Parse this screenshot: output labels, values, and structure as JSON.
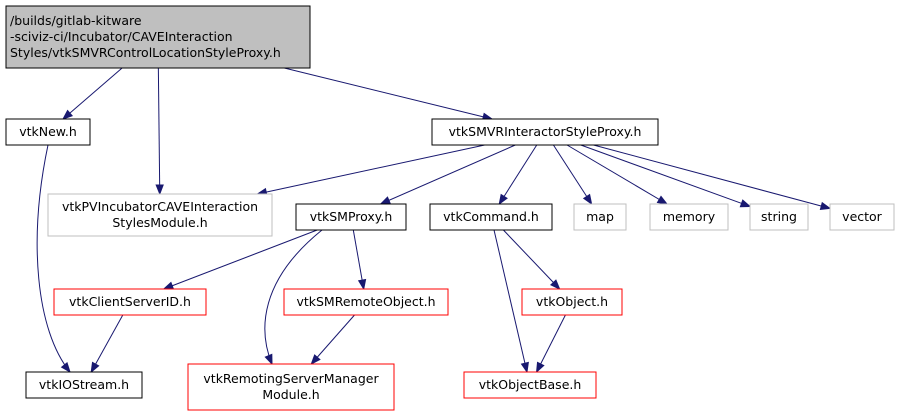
{
  "colors": {
    "edge": "#191970",
    "root_fill": "#bfbfbf",
    "normal_border": "#000000",
    "external_border": "#bfbfbf",
    "has_more_border": "#ff0000",
    "text": "#000000"
  },
  "nodes": [
    {
      "id": "root",
      "kind": "root",
      "lines": [
        "/builds/gitlab-kitware",
        "-sciviz-ci/Incubator/CAVEInteraction",
        "Styles/vtkSMVRControlLocationStyleProxy.h"
      ]
    },
    {
      "id": "vtkNew",
      "kind": "normal",
      "lines": [
        "vtkNew.h"
      ]
    },
    {
      "id": "vtkSMVRInteractorStyleProxy",
      "kind": "normal",
      "lines": [
        "vtkSMVRInteractorStyleProxy.h"
      ]
    },
    {
      "id": "vtkPVIncubatorCAVEInteractionStylesModule",
      "kind": "external",
      "lines": [
        "vtkPVIncubatorCAVEInteraction",
        "StylesModule.h"
      ]
    },
    {
      "id": "vtkSMProxy",
      "kind": "normal",
      "lines": [
        "vtkSMProxy.h"
      ]
    },
    {
      "id": "vtkCommand",
      "kind": "normal",
      "lines": [
        "vtkCommand.h"
      ]
    },
    {
      "id": "map",
      "kind": "external",
      "lines": [
        "map"
      ]
    },
    {
      "id": "memory",
      "kind": "external",
      "lines": [
        "memory"
      ]
    },
    {
      "id": "string",
      "kind": "external",
      "lines": [
        "string"
      ]
    },
    {
      "id": "vector",
      "kind": "external",
      "lines": [
        "vector"
      ]
    },
    {
      "id": "vtkClientServerID",
      "kind": "has_more",
      "lines": [
        "vtkClientServerID.h"
      ]
    },
    {
      "id": "vtkSMRemoteObject",
      "kind": "has_more",
      "lines": [
        "vtkSMRemoteObject.h"
      ]
    },
    {
      "id": "vtkObject",
      "kind": "has_more",
      "lines": [
        "vtkObject.h"
      ]
    },
    {
      "id": "vtkIOStream",
      "kind": "normal",
      "lines": [
        "vtkIOStream.h"
      ]
    },
    {
      "id": "vtkRemotingServerManagerModule",
      "kind": "has_more",
      "lines": [
        "vtkRemotingServerManager",
        "Module.h"
      ]
    },
    {
      "id": "vtkObjectBase",
      "kind": "has_more",
      "lines": [
        "vtkObjectBase.h"
      ]
    }
  ],
  "edges": [
    {
      "from": "root",
      "to": "vtkNew"
    },
    {
      "from": "root",
      "to": "vtkPVIncubatorCAVEInteractionStylesModule"
    },
    {
      "from": "root",
      "to": "vtkSMVRInteractorStyleProxy"
    },
    {
      "from": "vtkNew",
      "to": "vtkIOStream"
    },
    {
      "from": "vtkSMVRInteractorStyleProxy",
      "to": "vtkPVIncubatorCAVEInteractionStylesModule"
    },
    {
      "from": "vtkSMVRInteractorStyleProxy",
      "to": "vtkSMProxy"
    },
    {
      "from": "vtkSMVRInteractorStyleProxy",
      "to": "vtkCommand"
    },
    {
      "from": "vtkSMVRInteractorStyleProxy",
      "to": "map"
    },
    {
      "from": "vtkSMVRInteractorStyleProxy",
      "to": "memory"
    },
    {
      "from": "vtkSMVRInteractorStyleProxy",
      "to": "string"
    },
    {
      "from": "vtkSMVRInteractorStyleProxy",
      "to": "vector"
    },
    {
      "from": "vtkSMProxy",
      "to": "vtkClientServerID"
    },
    {
      "from": "vtkSMProxy",
      "to": "vtkSMRemoteObject"
    },
    {
      "from": "vtkSMProxy",
      "to": "vtkRemotingServerManagerModule"
    },
    {
      "from": "vtkCommand",
      "to": "vtkObject"
    },
    {
      "from": "vtkCommand",
      "to": "vtkObjectBase"
    },
    {
      "from": "vtkClientServerID",
      "to": "vtkIOStream"
    },
    {
      "from": "vtkSMRemoteObject",
      "to": "vtkRemotingServerManagerModule"
    },
    {
      "from": "vtkObject",
      "to": "vtkObjectBase"
    }
  ]
}
